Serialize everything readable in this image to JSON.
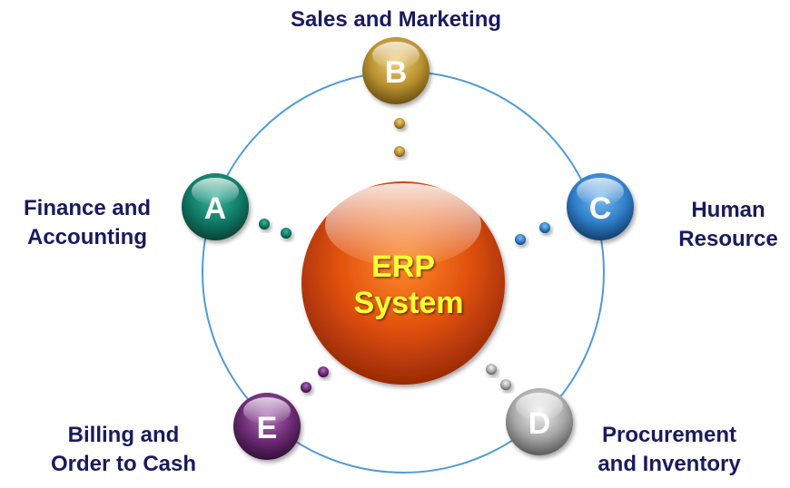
{
  "center": {
    "line1": "ERP",
    "line2": "System"
  },
  "modules": [
    {
      "key": "A",
      "letter": "A",
      "lines": [
        "Finance and",
        "Accounting"
      ],
      "color": "#0f7a66"
    },
    {
      "key": "B",
      "letter": "B",
      "lines": [
        "Sales and Marketing"
      ],
      "color": "#b8902f"
    },
    {
      "key": "C",
      "letter": "C",
      "lines": [
        "Human",
        "Resource"
      ],
      "color": "#2f7fc8"
    },
    {
      "key": "D",
      "letter": "D",
      "lines": [
        "Procurement",
        "and Inventory"
      ],
      "color": "#a8a8a8"
    },
    {
      "key": "E",
      "letter": "E",
      "lines": [
        "Billing and",
        "Order to Cash"
      ],
      "color": "#6a2a72"
    }
  ],
  "colors": {
    "orbit": "#4f9ad8",
    "center": "#e85a10",
    "label_text": "#1a1a5e",
    "center_text": "#ffff33"
  }
}
